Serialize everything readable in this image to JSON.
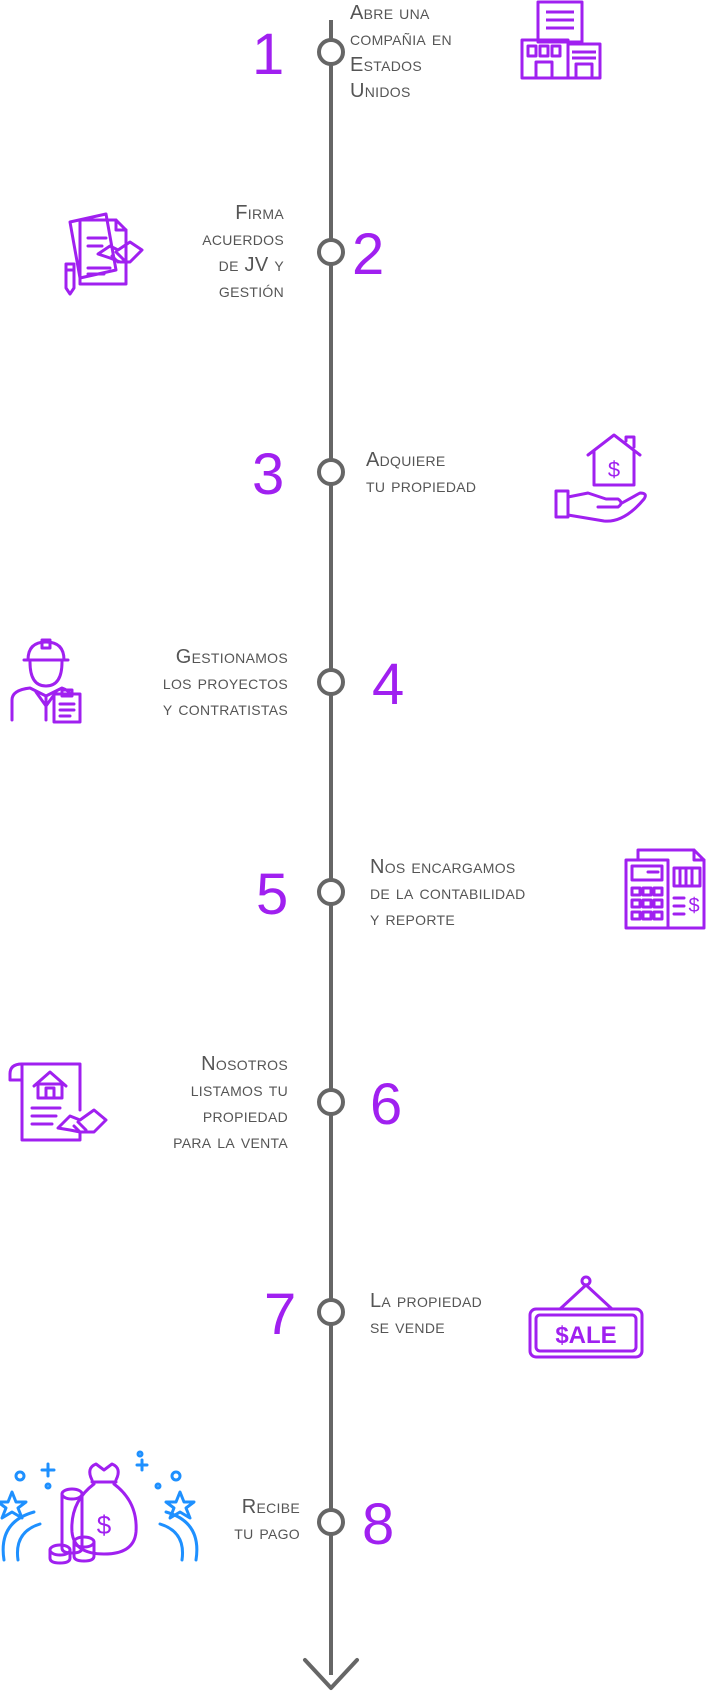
{
  "colors": {
    "line": "#666666",
    "number": "#a020f0",
    "icon": "#a020f0",
    "spark": "#1e90ff",
    "text": "#555555"
  },
  "steps": [
    {
      "number": "1",
      "lines": [
        "Abre una",
        "compañia en",
        "Estados",
        "Unidos"
      ],
      "icon": "building-icon"
    },
    {
      "number": "2",
      "lines": [
        "Firma",
        "acuerdos",
        "de JV y",
        "gestión"
      ],
      "icon": "contract-handshake-icon"
    },
    {
      "number": "3",
      "lines": [
        "Adquiere",
        "tu propiedad"
      ],
      "icon": "hand-house-dollar-icon"
    },
    {
      "number": "4",
      "lines": [
        "Gestionamos",
        "los proyectos",
        "y contratistas"
      ],
      "icon": "contractor-icon"
    },
    {
      "number": "5",
      "lines": [
        "Nos encargamos",
        "de la contabilidad",
        "y reporte"
      ],
      "icon": "calculator-icon"
    },
    {
      "number": "6",
      "lines": [
        "Nosotros",
        "listamos tu",
        "propiedad",
        "para la venta"
      ],
      "icon": "listing-document-icon"
    },
    {
      "number": "7",
      "lines": [
        "La propiedad",
        "se vende"
      ],
      "icon": "sale-sign-icon"
    },
    {
      "number": "8",
      "lines": [
        "Recibe",
        "tu pago"
      ],
      "icon": "money-bag-icon"
    }
  ],
  "sale_sign_text": "$ALE",
  "dollar_sign": "$"
}
